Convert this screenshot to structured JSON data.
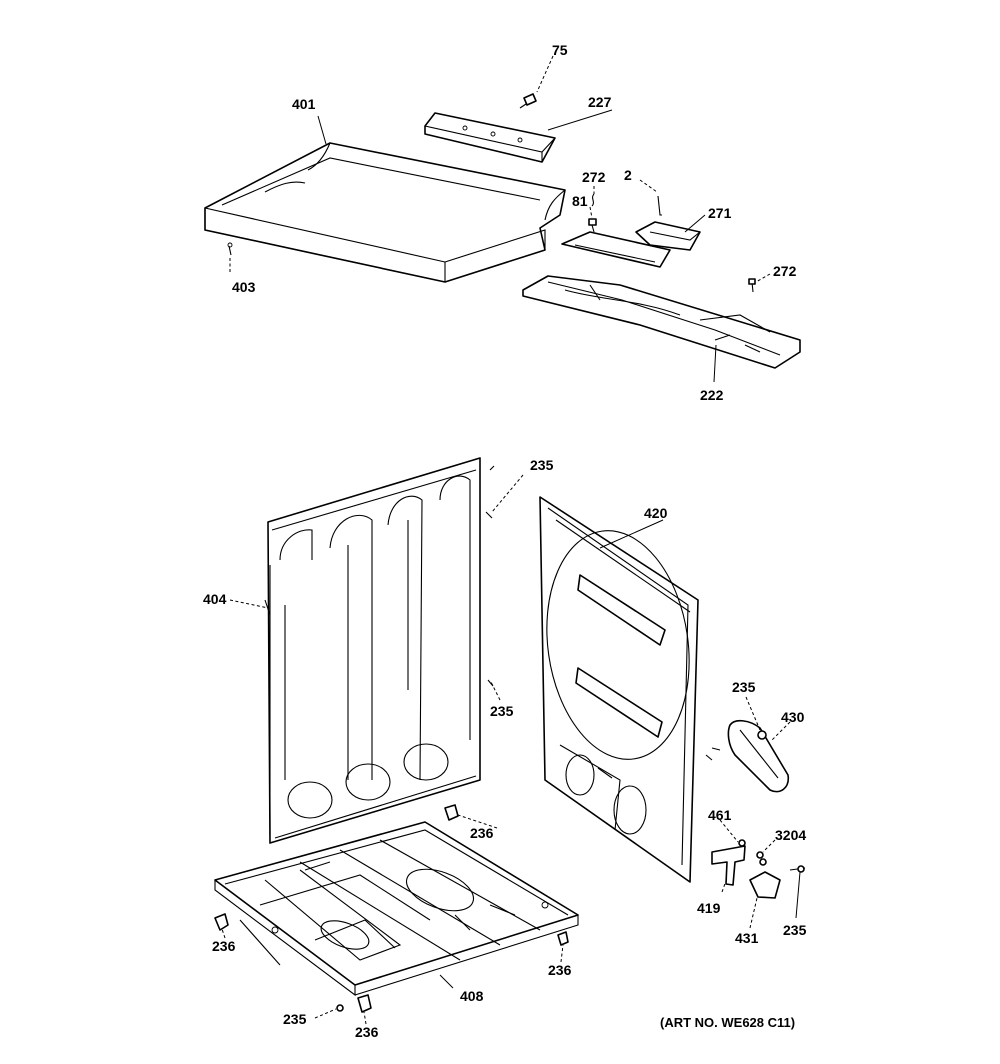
{
  "callouts": {
    "p75": "75",
    "p401": "401",
    "p227": "227",
    "p272a": "272",
    "p2": "2",
    "p81": "81",
    "p271": "271",
    "p403": "403",
    "p272b": "272",
    "p222": "222",
    "p235a": "235",
    "p420": "420",
    "p404": "404",
    "p235b": "235",
    "p235c": "235",
    "p430": "430",
    "p236a": "236",
    "p461": "461",
    "p3204": "3204",
    "p419": "419",
    "p431": "431",
    "p235d": "235",
    "p236b": "236",
    "p236c": "236",
    "p408": "408",
    "p235e": "235",
    "p236d": "236"
  },
  "art_number": "(ART NO. WE628 C11)"
}
